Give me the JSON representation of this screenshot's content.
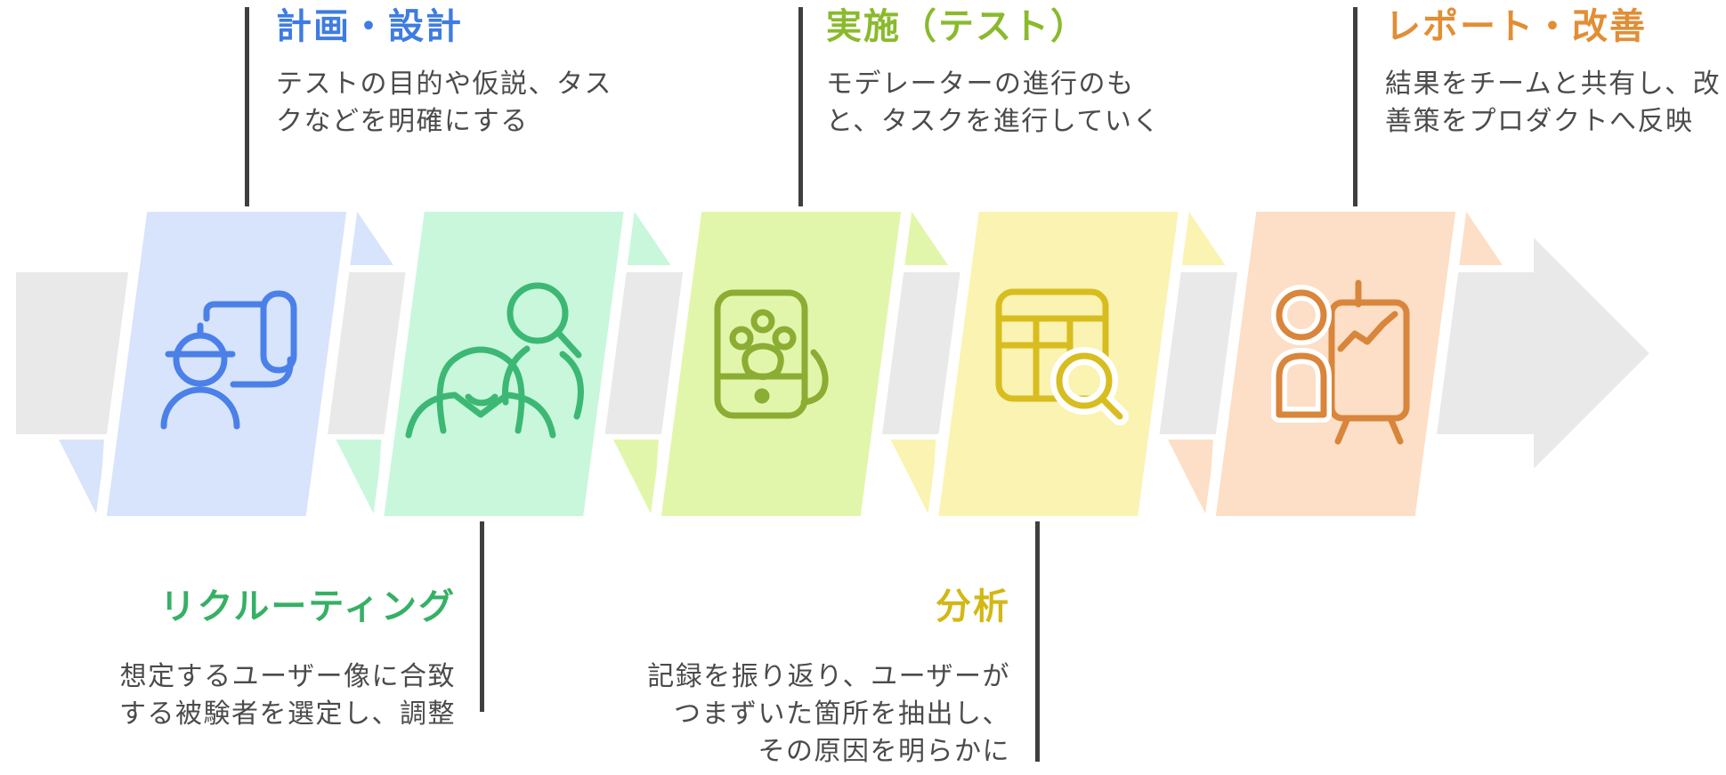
{
  "diagram": {
    "background": "#ffffff",
    "arrow_color": "#e9e9e9",
    "connector_color": "#3f3f3f",
    "text_color": "#4b4b4b",
    "steps": [
      {
        "label": "計画・設計",
        "description": "テストの目的や仮説、タス\nクなどを明確にする",
        "label_color": "#3e7ce2",
        "card_color": "#d7e4fb",
        "icon_color": "#4b80e8",
        "icon": "engineer-blueprint-icon",
        "label_position": "top"
      },
      {
        "label": "リクルーティング",
        "description": "想定するユーザー像に合致\nする被験者を選定し、調整",
        "label_color": "#36b065",
        "card_color": "#c9f7db",
        "icon_color": "#3cb874",
        "icon": "people-icon",
        "label_position": "bottom"
      },
      {
        "label": "実施（テスト）",
        "description": "モデレーターの進行のも\nと、タスクを進行していく",
        "label_color": "#8aba2c",
        "card_color": "#e2f6ab",
        "icon_color": "#8cad33",
        "icon": "tablet-touch-icon",
        "label_position": "top"
      },
      {
        "label": "分析",
        "description": "記録を振り返り、ユーザーが\nつまずいた箇所を抽出し、\nその原因を明らかに",
        "label_color": "#d3b714",
        "card_color": "#fbf3b2",
        "icon_color": "#d7bd1f",
        "icon": "table-magnifier-icon",
        "label_position": "bottom"
      },
      {
        "label": "レポート・改善",
        "description": "結果をチームと共有し、改\n善策をプロダクトへ反映",
        "label_color": "#e18e35",
        "card_color": "#fcdfc6",
        "icon_color": "#d9853b",
        "icon": "presenter-chart-icon",
        "label_position": "top"
      }
    ]
  }
}
